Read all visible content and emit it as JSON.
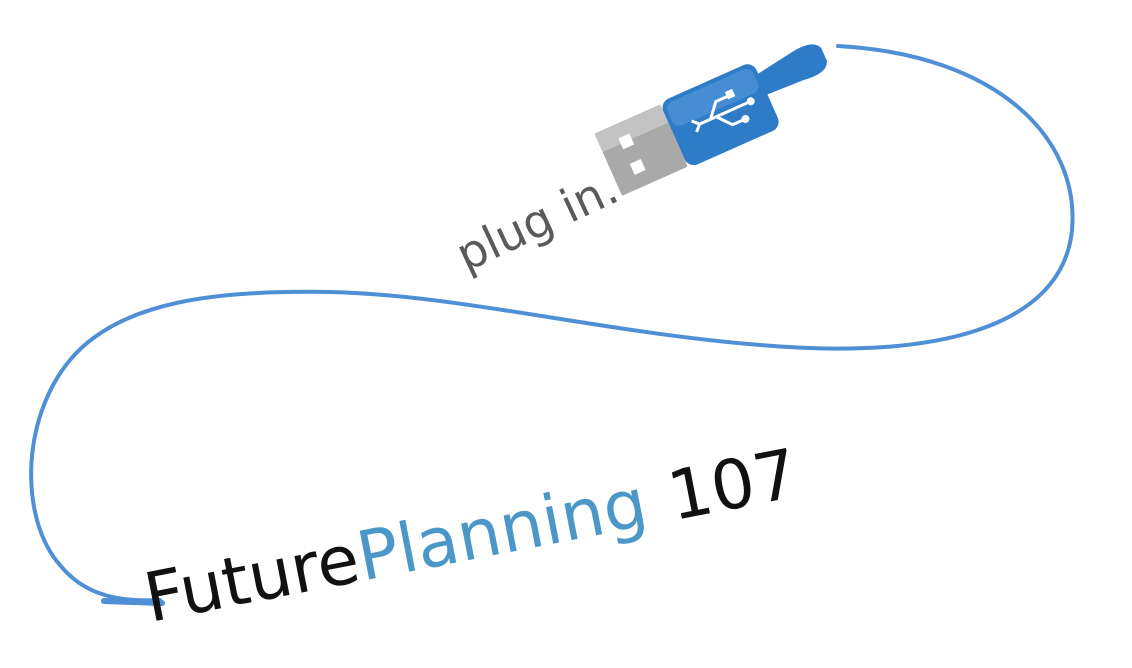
{
  "tagline": "plug in.",
  "title": {
    "part1": "Future",
    "part2": "Planning",
    "part3": "107"
  },
  "colors": {
    "cable": "#4f8fd6",
    "plug_blue": "#2e7bc8",
    "connector_gray": "#a9a9a9",
    "title_dark": "#111111",
    "title_accent": "#4a97c8",
    "tagline": "#5a5a5a"
  },
  "icons": {
    "usb_symbol": "usb-icon"
  }
}
